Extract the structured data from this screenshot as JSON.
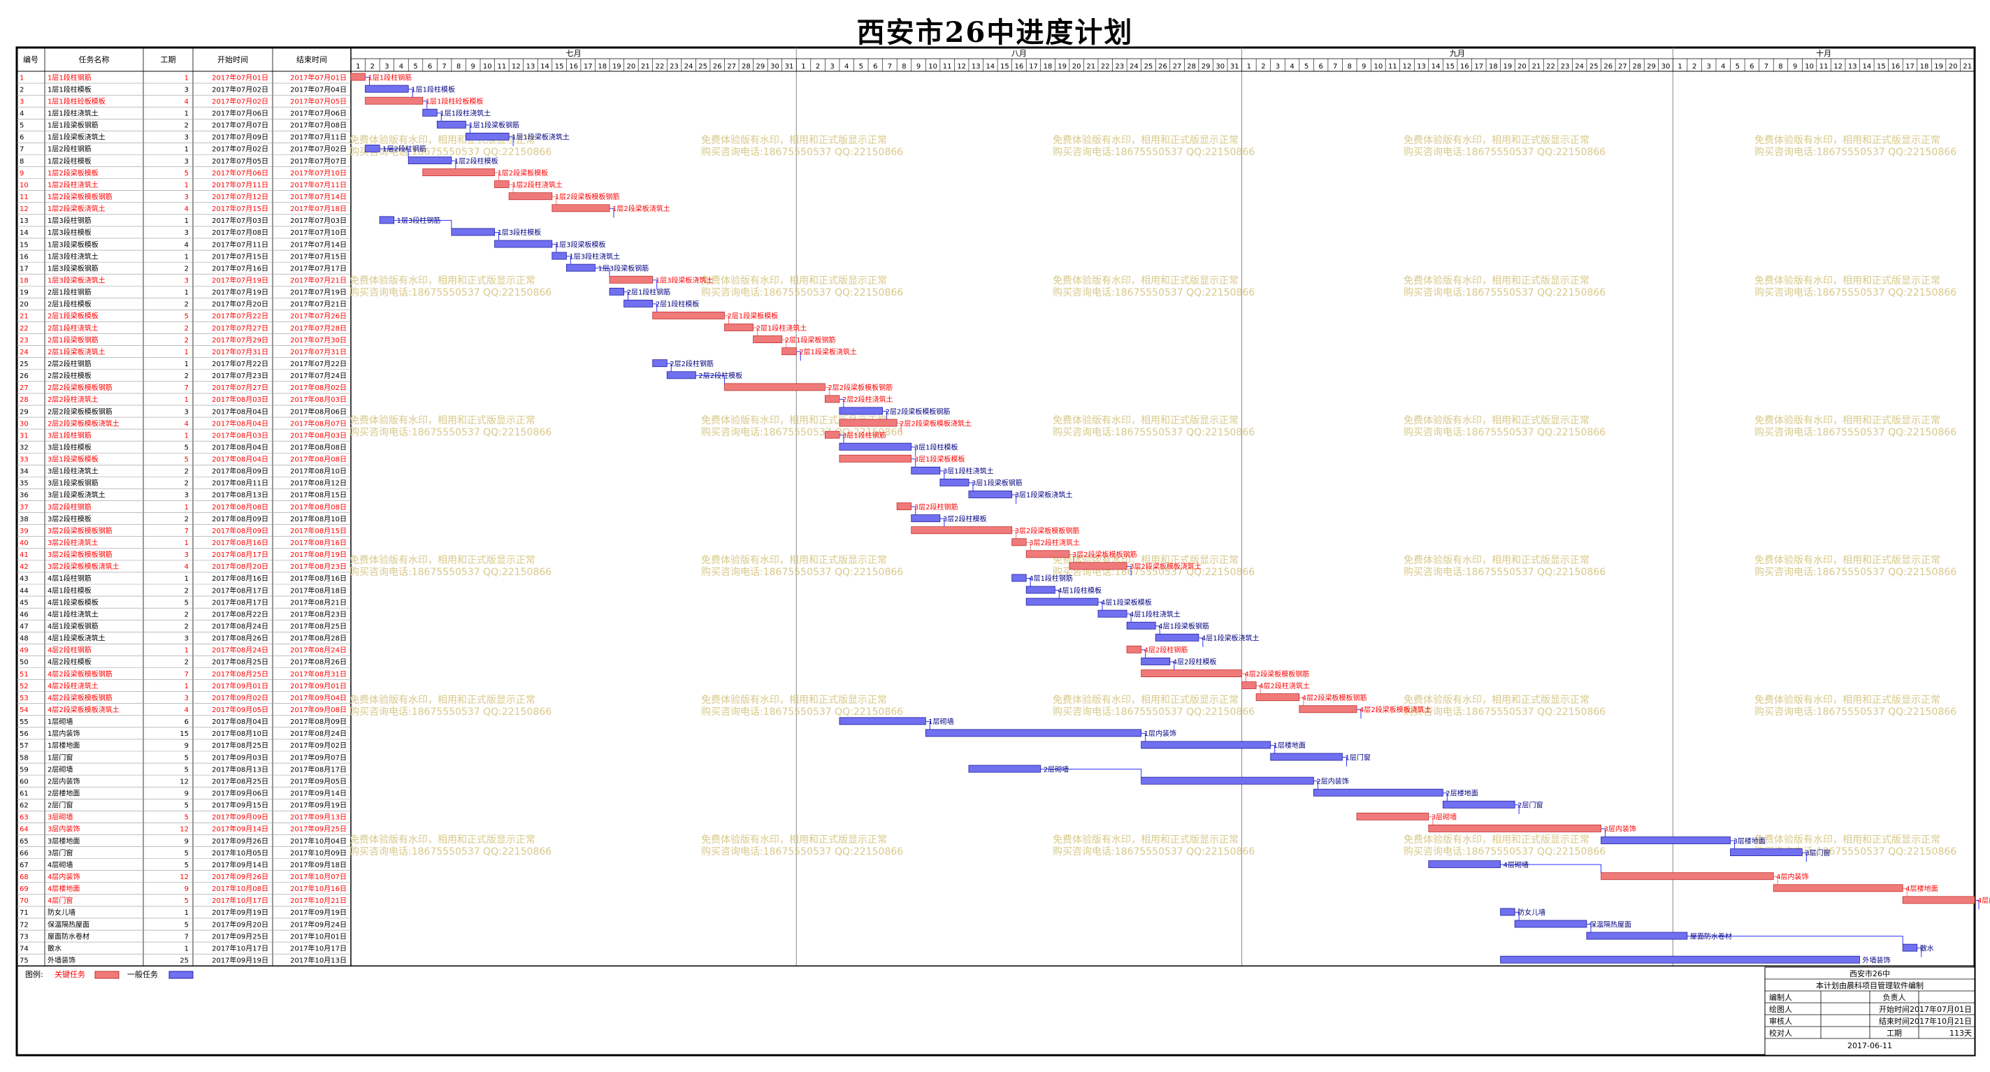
{
  "title": "西安市26中进度计划",
  "headers": {
    "id": "编号",
    "name": "任务名称",
    "dur": "工期",
    "start": "开始时间",
    "end": "结束时间"
  },
  "months": [
    {
      "label": "七月",
      "days": 31
    },
    {
      "label": "八月",
      "days": 31
    },
    {
      "label": "九月",
      "days": 30
    },
    {
      "label": "十月",
      "days": 21
    }
  ],
  "colors": {
    "critical": "#f07a7a",
    "critical_text": "#ff0000",
    "normal": "#7070f0",
    "normal_text": "#000080",
    "link": "#3030ff",
    "frame": "#000000"
  },
  "watermark": {
    "line1": "免费体验版有水印，相用和正式版显示正常",
    "line2": "购买咨询电话:18675550537 QQ:22150866",
    "color": "#d8c98a"
  },
  "legend": {
    "label": "图例:",
    "critical": "关键任务",
    "normal": "一般任务"
  },
  "footer": {
    "project": "西安市26中",
    "note": "本计划由晨科项目管理软件编制",
    "rows": [
      {
        "k1": "编制人",
        "v1": "",
        "k2": "负责人",
        "v2": ""
      },
      {
        "k1": "绘图人",
        "v1": "",
        "k2": "开始时间",
        "v2": "2017年07月01日"
      },
      {
        "k1": "审核人",
        "v1": "",
        "k2": "结束时间",
        "v2": "2017年10月21日"
      },
      {
        "k1": "校对人",
        "v1": "",
        "k2": "工期",
        "v2": "113天"
      }
    ],
    "date": "2017-06-11"
  },
  "chart_data": {
    "type": "gantt",
    "title": "西安市26中进度计划",
    "x_start": "2017-07-01",
    "x_end": "2017-10-21",
    "tasks": [
      {
        "id": 1,
        "name": "1层1段柱钢筋",
        "dur": 1,
        "start": "2017年07月01日",
        "end": "2017年07月01日",
        "s": "2017-07-01",
        "e": "2017-07-01",
        "critical": true
      },
      {
        "id": 2,
        "name": "1层1段柱模板",
        "dur": 3,
        "start": "2017年07月02日",
        "end": "2017年07月04日",
        "s": "2017-07-02",
        "e": "2017-07-04",
        "critical": false
      },
      {
        "id": 3,
        "name": "1层1段柱砼板模板",
        "dur": 4,
        "start": "2017年07月02日",
        "end": "2017年07月05日",
        "s": "2017-07-02",
        "e": "2017-07-05",
        "critical": true
      },
      {
        "id": 4,
        "name": "1层1段柱浇筑土",
        "dur": 1,
        "start": "2017年07月06日",
        "end": "2017年07月06日",
        "s": "2017-07-06",
        "e": "2017-07-06",
        "critical": false
      },
      {
        "id": 5,
        "name": "1层1段梁板钢筋",
        "dur": 2,
        "start": "2017年07月07日",
        "end": "2017年07月08日",
        "s": "2017-07-07",
        "e": "2017-07-08",
        "critical": false
      },
      {
        "id": 6,
        "name": "1层1段梁板浇筑土",
        "dur": 3,
        "start": "2017年07月09日",
        "end": "2017年07月11日",
        "s": "2017-07-09",
        "e": "2017-07-11",
        "critical": false
      },
      {
        "id": 7,
        "name": "1层2段柱钢筋",
        "dur": 1,
        "start": "2017年07月02日",
        "end": "2017年07月02日",
        "s": "2017-07-02",
        "e": "2017-07-02",
        "critical": false
      },
      {
        "id": 8,
        "name": "1层2段柱模板",
        "dur": 3,
        "start": "2017年07月05日",
        "end": "2017年07月07日",
        "s": "2017-07-05",
        "e": "2017-07-07",
        "critical": false
      },
      {
        "id": 9,
        "name": "1层2段梁板模板",
        "dur": 5,
        "start": "2017年07月06日",
        "end": "2017年07月10日",
        "s": "2017-07-06",
        "e": "2017-07-10",
        "critical": true
      },
      {
        "id": 10,
        "name": "1层2段柱浇筑土",
        "dur": 1,
        "start": "2017年07月11日",
        "end": "2017年07月11日",
        "s": "2017-07-11",
        "e": "2017-07-11",
        "critical": true
      },
      {
        "id": 11,
        "name": "1层2段梁板模板钢筋",
        "dur": 3,
        "start": "2017年07月12日",
        "end": "2017年07月14日",
        "s": "2017-07-12",
        "e": "2017-07-14",
        "critical": true
      },
      {
        "id": 12,
        "name": "1层2段梁板浇筑土",
        "dur": 4,
        "start": "2017年07月15日",
        "end": "2017年07月18日",
        "s": "2017-07-15",
        "e": "2017-07-18",
        "critical": true
      },
      {
        "id": 13,
        "name": "1层3段柱钢筋",
        "dur": 1,
        "start": "2017年07月03日",
        "end": "2017年07月03日",
        "s": "2017-07-03",
        "e": "2017-07-03",
        "critical": false
      },
      {
        "id": 14,
        "name": "1层3段柱模板",
        "dur": 3,
        "start": "2017年07月08日",
        "end": "2017年07月10日",
        "s": "2017-07-08",
        "e": "2017-07-10",
        "critical": false
      },
      {
        "id": 15,
        "name": "1层3段梁板模板",
        "dur": 4,
        "start": "2017年07月11日",
        "end": "2017年07月14日",
        "s": "2017-07-11",
        "e": "2017-07-14",
        "critical": false
      },
      {
        "id": 16,
        "name": "1层3段柱浇筑土",
        "dur": 1,
        "start": "2017年07月15日",
        "end": "2017年07月15日",
        "s": "2017-07-15",
        "e": "2017-07-15",
        "critical": false
      },
      {
        "id": 17,
        "name": "1层3段梁板钢筋",
        "dur": 2,
        "start": "2017年07月16日",
        "end": "2017年07月17日",
        "s": "2017-07-16",
        "e": "2017-07-17",
        "critical": false
      },
      {
        "id": 18,
        "name": "1层3段梁板浇筑土",
        "dur": 3,
        "start": "2017年07月19日",
        "end": "2017年07月21日",
        "s": "2017-07-19",
        "e": "2017-07-21",
        "critical": true
      },
      {
        "id": 19,
        "name": "2层1段柱钢筋",
        "dur": 1,
        "start": "2017年07月19日",
        "end": "2017年07月19日",
        "s": "2017-07-19",
        "e": "2017-07-19",
        "critical": false
      },
      {
        "id": 20,
        "name": "2层1段柱模板",
        "dur": 2,
        "start": "2017年07月20日",
        "end": "2017年07月21日",
        "s": "2017-07-20",
        "e": "2017-07-21",
        "critical": false
      },
      {
        "id": 21,
        "name": "2层1段梁板模板",
        "dur": 5,
        "start": "2017年07月22日",
        "end": "2017年07月26日",
        "s": "2017-07-22",
        "e": "2017-07-26",
        "critical": true
      },
      {
        "id": 22,
        "name": "2层1段柱浇筑土",
        "dur": 2,
        "start": "2017年07月27日",
        "end": "2017年07月28日",
        "s": "2017-07-27",
        "e": "2017-07-28",
        "critical": true
      },
      {
        "id": 23,
        "name": "2层1段梁板钢筋",
        "dur": 2,
        "start": "2017年07月29日",
        "end": "2017年07月30日",
        "s": "2017-07-29",
        "e": "2017-07-30",
        "critical": true
      },
      {
        "id": 24,
        "name": "2层1段梁板浇筑土",
        "dur": 1,
        "start": "2017年07月31日",
        "end": "2017年07月31日",
        "s": "2017-07-31",
        "e": "2017-07-31",
        "critical": true
      },
      {
        "id": 25,
        "name": "2层2段柱钢筋",
        "dur": 1,
        "start": "2017年07月22日",
        "end": "2017年07月22日",
        "s": "2017-07-22",
        "e": "2017-07-22",
        "critical": false
      },
      {
        "id": 26,
        "name": "2层2段柱模板",
        "dur": 2,
        "start": "2017年07月23日",
        "end": "2017年07月24日",
        "s": "2017-07-23",
        "e": "2017-07-24",
        "critical": false
      },
      {
        "id": 27,
        "name": "2层2段梁板模板钢筋",
        "dur": 7,
        "start": "2017年07月27日",
        "end": "2017年08月02日",
        "s": "2017-07-27",
        "e": "2017-08-02",
        "critical": true
      },
      {
        "id": 28,
        "name": "2层2段柱浇筑土",
        "dur": 1,
        "start": "2017年08月03日",
        "end": "2017年08月03日",
        "s": "2017-08-03",
        "e": "2017-08-03",
        "critical": true
      },
      {
        "id": 29,
        "name": "2层2段梁板模板钢筋",
        "dur": 3,
        "start": "2017年08月04日",
        "end": "2017年08月06日",
        "s": "2017-08-04",
        "e": "2017-08-06",
        "critical": false
      },
      {
        "id": 30,
        "name": "2层2段梁板模板浇筑土",
        "dur": 4,
        "start": "2017年08月04日",
        "end": "2017年08月07日",
        "s": "2017-08-04",
        "e": "2017-08-07",
        "critical": true
      },
      {
        "id": 31,
        "name": "3层1段柱钢筋",
        "dur": 1,
        "start": "2017年08月03日",
        "end": "2017年08月03日",
        "s": "2017-08-03",
        "e": "2017-08-03",
        "critical": true
      },
      {
        "id": 32,
        "name": "3层1段柱模板",
        "dur": 5,
        "start": "2017年08月04日",
        "end": "2017年08月08日",
        "s": "2017-08-04",
        "e": "2017-08-08",
        "critical": false
      },
      {
        "id": 33,
        "name": "3层1段梁板模板",
        "dur": 5,
        "start": "2017年08月04日",
        "end": "2017年08月08日",
        "s": "2017-08-04",
        "e": "2017-08-08",
        "critical": true
      },
      {
        "id": 34,
        "name": "3层1段柱浇筑土",
        "dur": 2,
        "start": "2017年08月09日",
        "end": "2017年08月10日",
        "s": "2017-08-09",
        "e": "2017-08-10",
        "critical": false
      },
      {
        "id": 35,
        "name": "3层1段梁板钢筋",
        "dur": 2,
        "start": "2017年08月11日",
        "end": "2017年08月12日",
        "s": "2017-08-11",
        "e": "2017-08-12",
        "critical": false
      },
      {
        "id": 36,
        "name": "3层1段梁板浇筑土",
        "dur": 3,
        "start": "2017年08月13日",
        "end": "2017年08月15日",
        "s": "2017-08-13",
        "e": "2017-08-15",
        "critical": false
      },
      {
        "id": 37,
        "name": "3层2段柱钢筋",
        "dur": 1,
        "start": "2017年08月08日",
        "end": "2017年08月08日",
        "s": "2017-08-08",
        "e": "2017-08-08",
        "critical": true
      },
      {
        "id": 38,
        "name": "3层2段柱模板",
        "dur": 2,
        "start": "2017年08月09日",
        "end": "2017年08月10日",
        "s": "2017-08-09",
        "e": "2017-08-10",
        "critical": false
      },
      {
        "id": 39,
        "name": "3层2段梁板模板钢筋",
        "dur": 7,
        "start": "2017年08月09日",
        "end": "2017年08月15日",
        "s": "2017-08-09",
        "e": "2017-08-15",
        "critical": true
      },
      {
        "id": 40,
        "name": "3层2段柱浇筑土",
        "dur": 1,
        "start": "2017年08月16日",
        "end": "2017年08月16日",
        "s": "2017-08-16",
        "e": "2017-08-16",
        "critical": true
      },
      {
        "id": 41,
        "name": "3层2段梁板模板钢筋",
        "dur": 3,
        "start": "2017年08月17日",
        "end": "2017年08月19日",
        "s": "2017-08-17",
        "e": "2017-08-19",
        "critical": true
      },
      {
        "id": 42,
        "name": "3层2段梁板模板浇筑土",
        "dur": 4,
        "start": "2017年08月20日",
        "end": "2017年08月23日",
        "s": "2017-08-20",
        "e": "2017-08-23",
        "critical": true
      },
      {
        "id": 43,
        "name": "4层1段柱钢筋",
        "dur": 1,
        "start": "2017年08月16日",
        "end": "2017年08月16日",
        "s": "2017-08-16",
        "e": "2017-08-16",
        "critical": false
      },
      {
        "id": 44,
        "name": "4层1段柱模板",
        "dur": 2,
        "start": "2017年08月17日",
        "end": "2017年08月18日",
        "s": "2017-08-17",
        "e": "2017-08-18",
        "critical": false
      },
      {
        "id": 45,
        "name": "4层1段梁板模板",
        "dur": 5,
        "start": "2017年08月17日",
        "end": "2017年08月21日",
        "s": "2017-08-17",
        "e": "2017-08-21",
        "critical": false
      },
      {
        "id": 46,
        "name": "4层1段柱浇筑土",
        "dur": 2,
        "start": "2017年08月22日",
        "end": "2017年08月23日",
        "s": "2017-08-22",
        "e": "2017-08-23",
        "critical": false
      },
      {
        "id": 47,
        "name": "4层1段梁板钢筋",
        "dur": 2,
        "start": "2017年08月24日",
        "end": "2017年08月25日",
        "s": "2017-08-24",
        "e": "2017-08-25",
        "critical": false
      },
      {
        "id": 48,
        "name": "4层1段梁板浇筑土",
        "dur": 3,
        "start": "2017年08月26日",
        "end": "2017年08月28日",
        "s": "2017-08-26",
        "e": "2017-08-28",
        "critical": false
      },
      {
        "id": 49,
        "name": "4层2段柱钢筋",
        "dur": 1,
        "start": "2017年08月24日",
        "end": "2017年08月24日",
        "s": "2017-08-24",
        "e": "2017-08-24",
        "critical": true
      },
      {
        "id": 50,
        "name": "4层2段柱模板",
        "dur": 2,
        "start": "2017年08月25日",
        "end": "2017年08月26日",
        "s": "2017-08-25",
        "e": "2017-08-26",
        "critical": false
      },
      {
        "id": 51,
        "name": "4层2段梁板模板钢筋",
        "dur": 7,
        "start": "2017年08月25日",
        "end": "2017年08月31日",
        "s": "2017-08-25",
        "e": "2017-08-31",
        "critical": true
      },
      {
        "id": 52,
        "name": "4层2段柱浇筑土",
        "dur": 1,
        "start": "2017年09月01日",
        "end": "2017年09月01日",
        "s": "2017-09-01",
        "e": "2017-09-01",
        "critical": true
      },
      {
        "id": 53,
        "name": "4层2段梁板模板钢筋",
        "dur": 3,
        "start": "2017年09月02日",
        "end": "2017年09月04日",
        "s": "2017-09-02",
        "e": "2017-09-04",
        "critical": true
      },
      {
        "id": 54,
        "name": "4层2段梁板模板浇筑土",
        "dur": 4,
        "start": "2017年09月05日",
        "end": "2017年09月08日",
        "s": "2017-09-05",
        "e": "2017-09-08",
        "critical": true
      },
      {
        "id": 55,
        "name": "1层砌墙",
        "dur": 6,
        "start": "2017年08月04日",
        "end": "2017年08月09日",
        "s": "2017-08-04",
        "e": "2017-08-09",
        "critical": false
      },
      {
        "id": 56,
        "name": "1层内装饰",
        "dur": 15,
        "start": "2017年08月10日",
        "end": "2017年08月24日",
        "s": "2017-08-10",
        "e": "2017-08-24",
        "critical": false
      },
      {
        "id": 57,
        "name": "1层楼地面",
        "dur": 9,
        "start": "2017年08月25日",
        "end": "2017年09月02日",
        "s": "2017-08-25",
        "e": "2017-09-02",
        "critical": false
      },
      {
        "id": 58,
        "name": "1层门窗",
        "dur": 5,
        "start": "2017年09月03日",
        "end": "2017年09月07日",
        "s": "2017-09-03",
        "e": "2017-09-07",
        "critical": false
      },
      {
        "id": 59,
        "name": "2层砌墙",
        "dur": 5,
        "start": "2017年08月13日",
        "end": "2017年08月17日",
        "s": "2017-08-13",
        "e": "2017-08-17",
        "critical": false
      },
      {
        "id": 60,
        "name": "2层内装饰",
        "dur": 12,
        "start": "2017年08月25日",
        "end": "2017年09月05日",
        "s": "2017-08-25",
        "e": "2017-09-05",
        "critical": false
      },
      {
        "id": 61,
        "name": "2层楼地面",
        "dur": 9,
        "start": "2017年09月06日",
        "end": "2017年09月14日",
        "s": "2017-09-06",
        "e": "2017-09-14",
        "critical": false
      },
      {
        "id": 62,
        "name": "2层门窗",
        "dur": 5,
        "start": "2017年09月15日",
        "end": "2017年09月19日",
        "s": "2017-09-15",
        "e": "2017-09-19",
        "critical": false
      },
      {
        "id": 63,
        "name": "3层砌墙",
        "dur": 5,
        "start": "2017年09月09日",
        "end": "2017年09月13日",
        "s": "2017-09-09",
        "e": "2017-09-13",
        "critical": true
      },
      {
        "id": 64,
        "name": "3层内装饰",
        "dur": 12,
        "start": "2017年09月14日",
        "end": "2017年09月25日",
        "s": "2017-09-14",
        "e": "2017-09-25",
        "critical": true
      },
      {
        "id": 65,
        "name": "3层楼地面",
        "dur": 9,
        "start": "2017年09月26日",
        "end": "2017年10月04日",
        "s": "2017-09-26",
        "e": "2017-10-04",
        "critical": false
      },
      {
        "id": 66,
        "name": "3层门窗",
        "dur": 5,
        "start": "2017年10月05日",
        "end": "2017年10月09日",
        "s": "2017-10-05",
        "e": "2017-10-09",
        "critical": false
      },
      {
        "id": 67,
        "name": "4层砌墙",
        "dur": 5,
        "start": "2017年09月14日",
        "end": "2017年09月18日",
        "s": "2017-09-14",
        "e": "2017-09-18",
        "critical": false
      },
      {
        "id": 68,
        "name": "4层内装饰",
        "dur": 12,
        "start": "2017年09月26日",
        "end": "2017年10月07日",
        "s": "2017-09-26",
        "e": "2017-10-07",
        "critical": true
      },
      {
        "id": 69,
        "name": "4层楼地面",
        "dur": 9,
        "start": "2017年10月08日",
        "end": "2017年10月16日",
        "s": "2017-10-08",
        "e": "2017-10-16",
        "critical": true
      },
      {
        "id": 70,
        "name": "4层门窗",
        "dur": 5,
        "start": "2017年10月17日",
        "end": "2017年10月21日",
        "s": "2017-10-17",
        "e": "2017-10-21",
        "critical": true
      },
      {
        "id": 71,
        "name": "防女儿墙",
        "dur": 1,
        "start": "2017年09月19日",
        "end": "2017年09月19日",
        "s": "2017-09-19",
        "e": "2017-09-19",
        "critical": false
      },
      {
        "id": 72,
        "name": "保温隔热屋面",
        "dur": 5,
        "start": "2017年09月20日",
        "end": "2017年09月24日",
        "s": "2017-09-20",
        "e": "2017-09-24",
        "critical": false
      },
      {
        "id": 73,
        "name": "屋面防水卷材",
        "dur": 7,
        "start": "2017年09月25日",
        "end": "2017年10月01日",
        "s": "2017-09-25",
        "e": "2017-10-01",
        "critical": false
      },
      {
        "id": 74,
        "name": "散水",
        "dur": 1,
        "start": "2017年10月17日",
        "end": "2017年10月17日",
        "s": "2017-10-17",
        "e": "2017-10-17",
        "critical": false
      },
      {
        "id": 75,
        "name": "外墙装饰",
        "dur": 25,
        "start": "2017年09月19日",
        "end": "2017年10月13日",
        "s": "2017-09-19",
        "e": "2017-10-13",
        "critical": false
      }
    ]
  }
}
